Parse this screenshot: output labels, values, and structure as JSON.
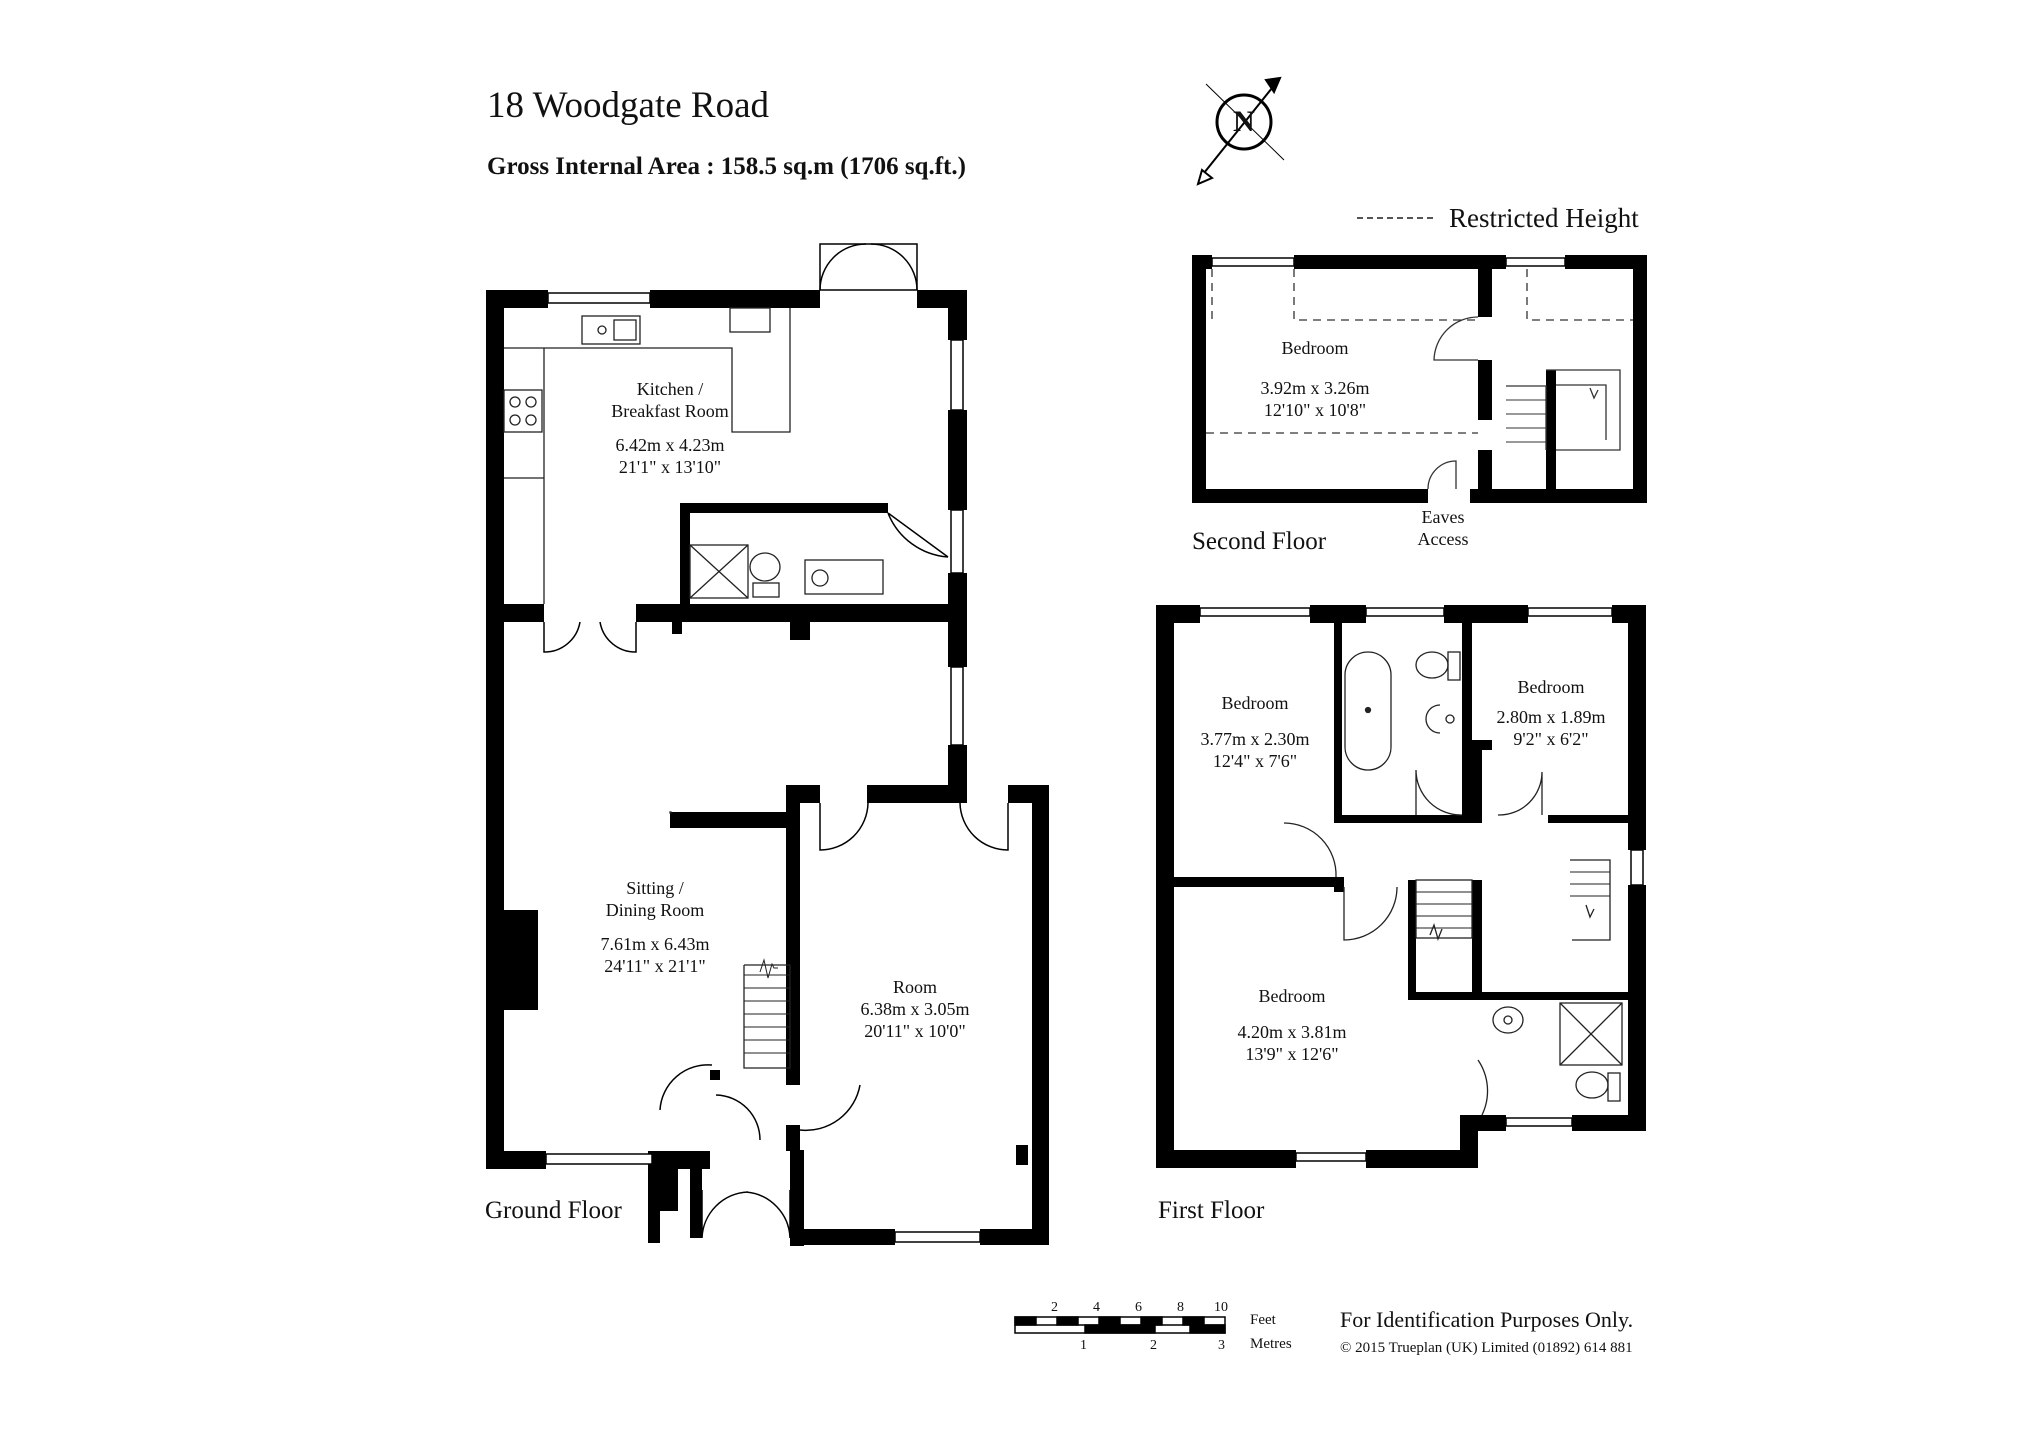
{
  "header": {
    "title": "18 Woodgate Road",
    "area": "Gross Internal Area  :  158.5 sq.m   (1706 sq.ft.)"
  },
  "compass": {
    "letter": "N"
  },
  "legend": {
    "restricted_height": "Restricted Height"
  },
  "floors": {
    "ground": {
      "label": "Ground Floor"
    },
    "first": {
      "label": "First Floor"
    },
    "second": {
      "label": "Second Floor"
    }
  },
  "rooms": {
    "kitchen": {
      "name1": "Kitchen /",
      "name2": "Breakfast Room",
      "metric": "6.42m  x  4.23m",
      "imperial": "21'1\"  x  13'10\""
    },
    "sitting": {
      "name1": "Sitting /",
      "name2": "Dining Room",
      "metric": "7.61m  x  6.43m",
      "imperial": "24'11\"  x  21'1\""
    },
    "room": {
      "name": "Room",
      "metric": "6.38m  x  3.05m",
      "imperial": "20'11\"  x  10'0\""
    },
    "second_bedroom": {
      "name": "Bedroom",
      "metric": "3.92m  x  3.26m",
      "imperial": "12'10\"  x  10'8\""
    },
    "eaves": {
      "line1": "Eaves",
      "line2": "Access"
    },
    "first_bed_left": {
      "name": "Bedroom",
      "metric": "3.77m  x  2.30m",
      "imperial": "12'4\"  x  7'6\""
    },
    "first_bed_right": {
      "name": "Bedroom",
      "metric": "2.80m  x  1.89m",
      "imperial": "9'2\"  x  6'2\""
    },
    "first_bed_large": {
      "name": "Bedroom",
      "metric": "4.20m  x  3.81m",
      "imperial": "13'9\"  x  12'6\""
    }
  },
  "scale": {
    "feet_label": "Feet",
    "metres_label": "Metres",
    "feet_ticks": [
      "2",
      "4",
      "6",
      "8",
      "10"
    ],
    "metre_ticks": [
      "1",
      "2",
      "3"
    ]
  },
  "footer": {
    "disclaimer": "For Identification Purposes Only.",
    "copyright": "© 2015 Trueplan (UK) Limited  (01892) 614 881"
  },
  "colors": {
    "wall": "#000000",
    "line": "#333333"
  }
}
